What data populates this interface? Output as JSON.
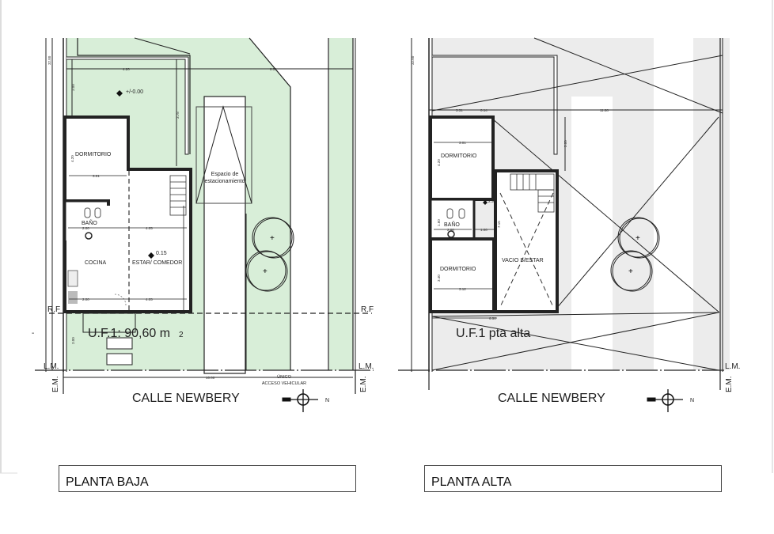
{
  "colors": {
    "green_fill": "#d8eed8",
    "gray_fill": "#ececec",
    "line": "#1a1a1a"
  },
  "plans": [
    {
      "id": "planta-baja",
      "title": "PLANTA BAJA",
      "unit_label": "U.F.1: 90,60 m",
      "unit_sup": "2",
      "street": "CALLE NEWBERY",
      "access_note_1": "ÚNICO",
      "access_note_2": "ACCESO VEHICULAR",
      "parking_1": "Espacio de",
      "parking_2": "estacionamiento",
      "level_top": "+/-0.00",
      "level_room": "0.15",
      "rooms": [
        "DORMITORIO",
        "BAÑO",
        "COCINA",
        "ESTAR/ COMEDOR"
      ],
      "marks": {
        "rf": "R.F",
        "lm": "L.M.",
        "em": "E.M.",
        "dash": "-"
      },
      "dims": {
        "d1": "32.00",
        "d2": "4.20",
        "d3": "3.00",
        "d4": "3.78",
        "d5": "8.51",
        "d6": "4.20",
        "d7": "3.01",
        "d8": "2.00",
        "d9": "4.05",
        "d10": "2.00",
        "d11": "4.05",
        "d12": "3.00",
        "d13": "10.00"
      }
    },
    {
      "id": "planta-alta",
      "title": "PLANTA ALTA",
      "unit_label": "U.F.1 pta alta",
      "street": "CALLE NEWBERY",
      "level_room": "2.95",
      "rooms": [
        "DORMITORIO",
        "BAÑO",
        "DORMITORIO",
        "VACIO S/ESTAR"
      ],
      "marks": {
        "lm": "L.M.",
        "em": "E.M."
      },
      "dims": {
        "d1": "32.00",
        "d2": "3.31",
        "d3": "0.14",
        "d4": "11.88",
        "d5": "2.80",
        "d6": "3.01",
        "d7": "4.20",
        "d8": "2.00",
        "d9": "1.00",
        "d10": "1.60",
        "d11": "7.15",
        "d12": "3.40",
        "d13": "3.12",
        "d14": "6.50"
      }
    }
  ],
  "compass": {
    "north": "N"
  }
}
